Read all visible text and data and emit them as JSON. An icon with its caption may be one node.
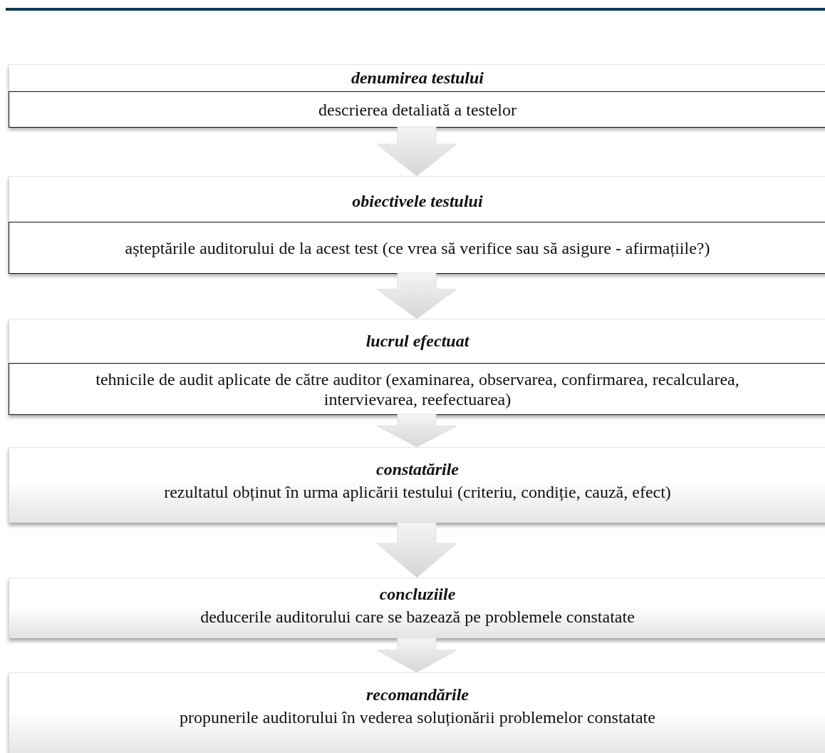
{
  "diagram": {
    "nodes": [
      {
        "text": [
          "denumirea testului"
        ]
      },
      {
        "text": [
          "descrierea detaliată a testelor"
        ],
        "in": 0
      },
      {
        "text": [
          "obiectivele testului"
        ]
      },
      {
        "text": [
          "așteptările auditorului de la acest test (ce vrea să verifice sau să asigure - afirmațiile?)"
        ],
        "in": 2
      },
      {
        "text": [
          "lucrul efectuat"
        ]
      },
      {
        "text": [
          "tehnicile de audit aplicate de către auditor (examinarea, observarea, confirmarea, recalcularea, intervievarea, reefectuarea)"
        ],
        "in": 4
      },
      {
        "text": [
          "constatările",
          "rezultatul obținut în urma aplicării testului (criteriu, condiție, cauză, efect)"
        ]
      },
      {
        "text": [
          "concluziile",
          "deducerile auditorului care se bazează pe problemele constatate"
        ]
      },
      {
        "text": [
          "recomandările",
          "propunerile auditorului în vederea soluționării problemelor constatate"
        ]
      }
    ],
    "edges": [
      {
        "from": 0,
        "to": 2,
        "arrow": "to"
      },
      {
        "from": 2,
        "to": 4,
        "arrow": "to"
      },
      {
        "from": 4,
        "to": 6,
        "arrow": "to"
      },
      {
        "from": 6,
        "to": 7,
        "arrow": "to"
      },
      {
        "from": 7,
        "to": 8,
        "arrow": "to"
      }
    ]
  }
}
